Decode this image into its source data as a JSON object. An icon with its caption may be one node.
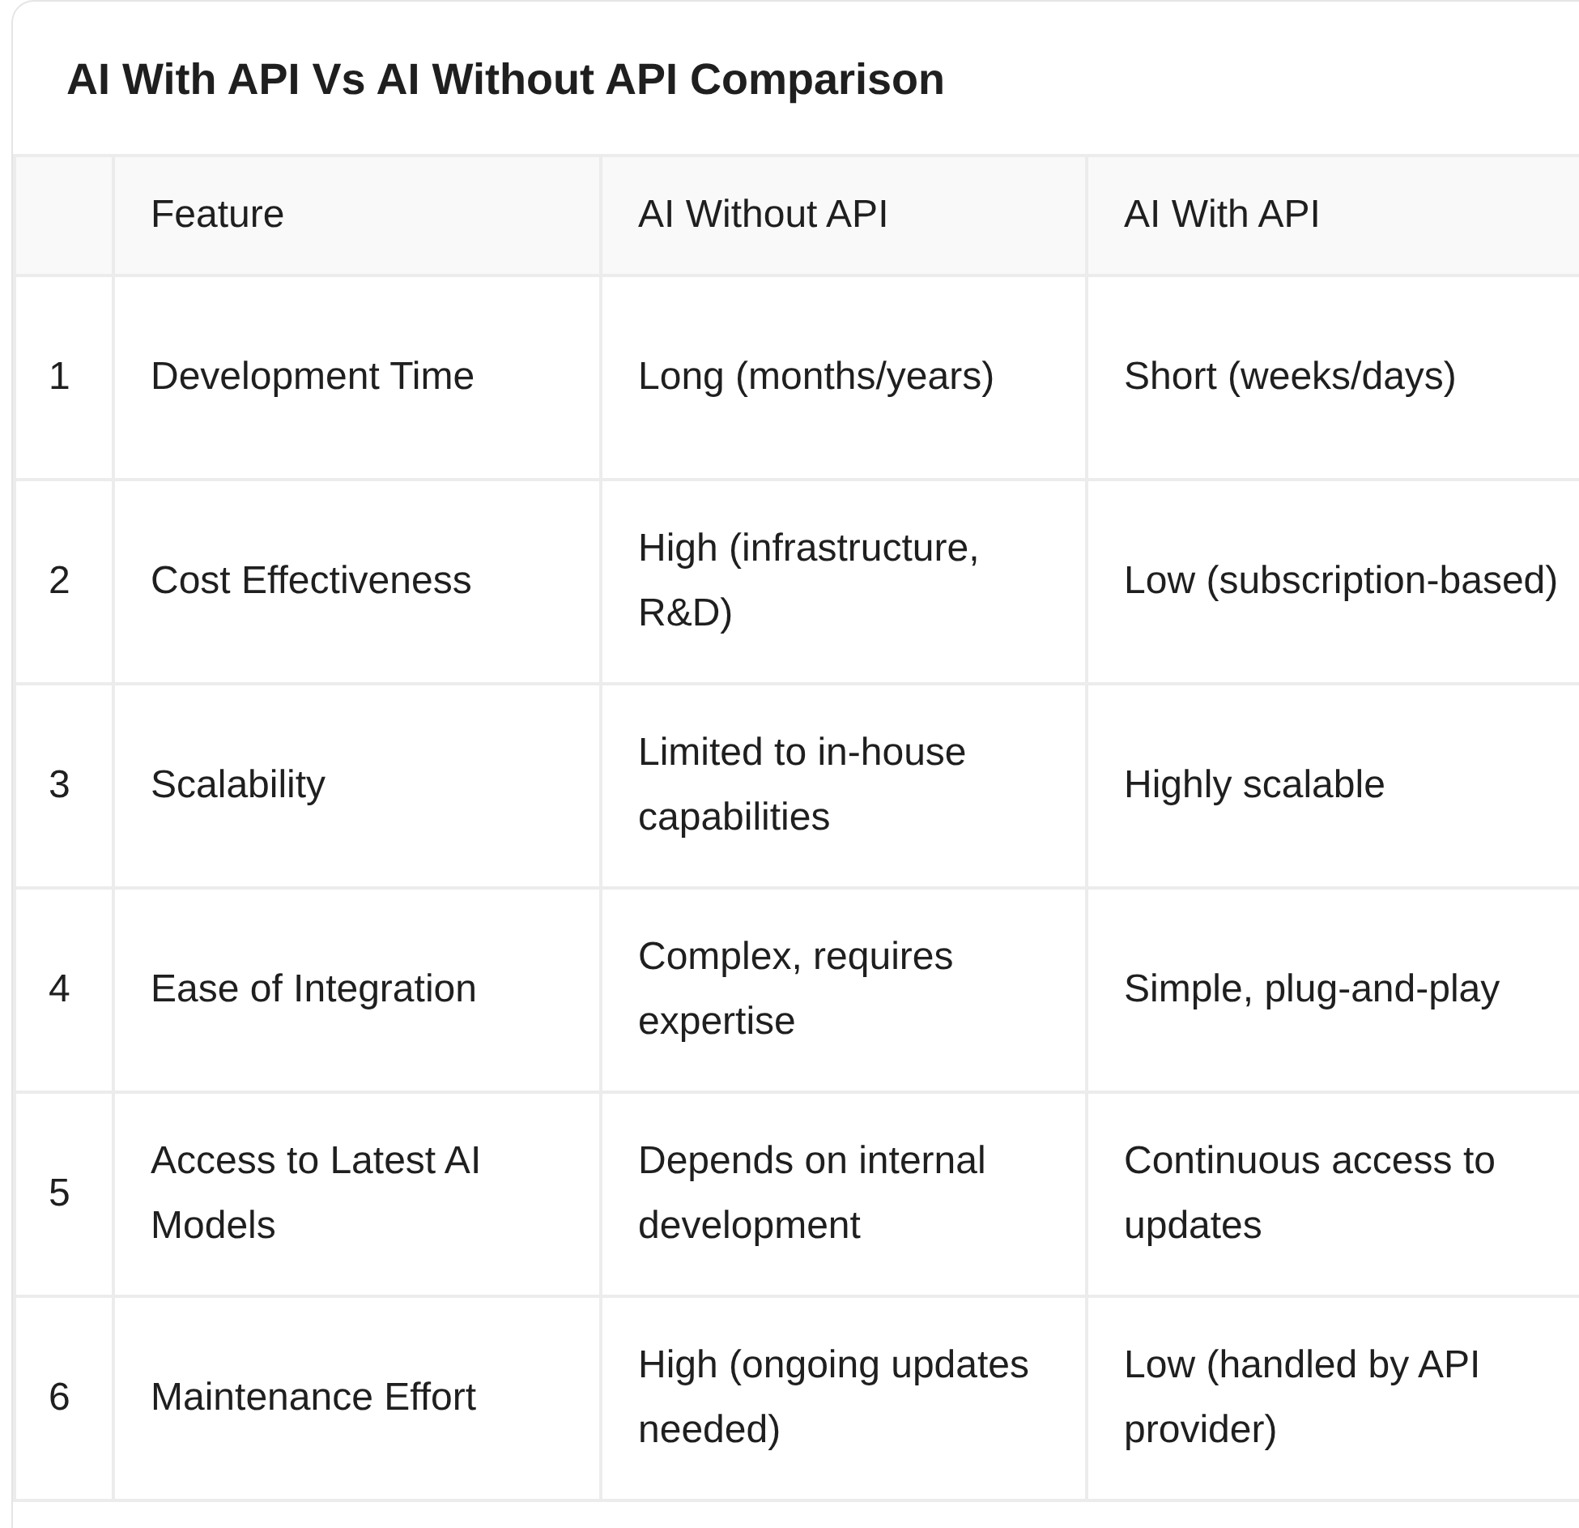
{
  "diagram": {
    "title": "AI With API Vs AI Without API Comparison",
    "labels": [
      "Feature",
      "AI Without API",
      "AI With API",
      "1",
      "Development Time",
      "Long (months/years)",
      "Short (weeks/days)",
      "2",
      "Cost Effectiveness",
      "High (infrastructure, R&D)",
      "Low (subscription-based)",
      "3",
      "Scalability",
      "Limited to in-house capabilities",
      "Highly scalable",
      "4",
      "Ease of Integration",
      "Complex, requires expertise",
      "Simple, plug-and-play",
      "5",
      "Access to Latest AI Models",
      "Depends on internal development",
      "Continuous access to updates",
      "6",
      "Maintenance Effort",
      "High (ongoing updates needed)",
      "Low (handled by API provider)"
    ]
  }
}
